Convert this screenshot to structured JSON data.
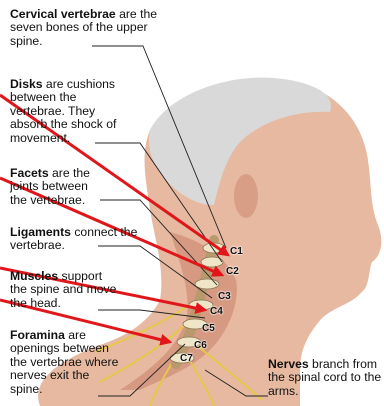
{
  "labels": {
    "cervical": {
      "term": "Cervical vertebrae",
      "rest": " are the seven bones of the upper spine."
    },
    "disks": {
      "term": "Disks",
      "rest": " are cushions between the vertebrae. They absorb the shock of movement."
    },
    "facets": {
      "term": "Facets",
      "rest": " are the joints between the vertebrae."
    },
    "ligaments": {
      "term": "Ligaments",
      "rest": " connect the vertebrae."
    },
    "muscles": {
      "term": "Muscles",
      "rest": " support the spine and move the head."
    },
    "foramina": {
      "term": "Foramina",
      "rest": " are openings between the vertebrae where nerves exit the spine."
    },
    "nerves": {
      "term": "Nerves",
      "rest": " branch from the spinal cord to the arms."
    }
  },
  "vertebra_labels": [
    "C1",
    "C2",
    "C3",
    "C4",
    "C5",
    "C6",
    "C7"
  ],
  "colors": {
    "arrow": "#e0161b",
    "leader": "#222222",
    "skin": "#e7b9a0",
    "hair": "#d9d9d9",
    "bone": "#efe6c8",
    "nerve": "#e6c74a"
  }
}
